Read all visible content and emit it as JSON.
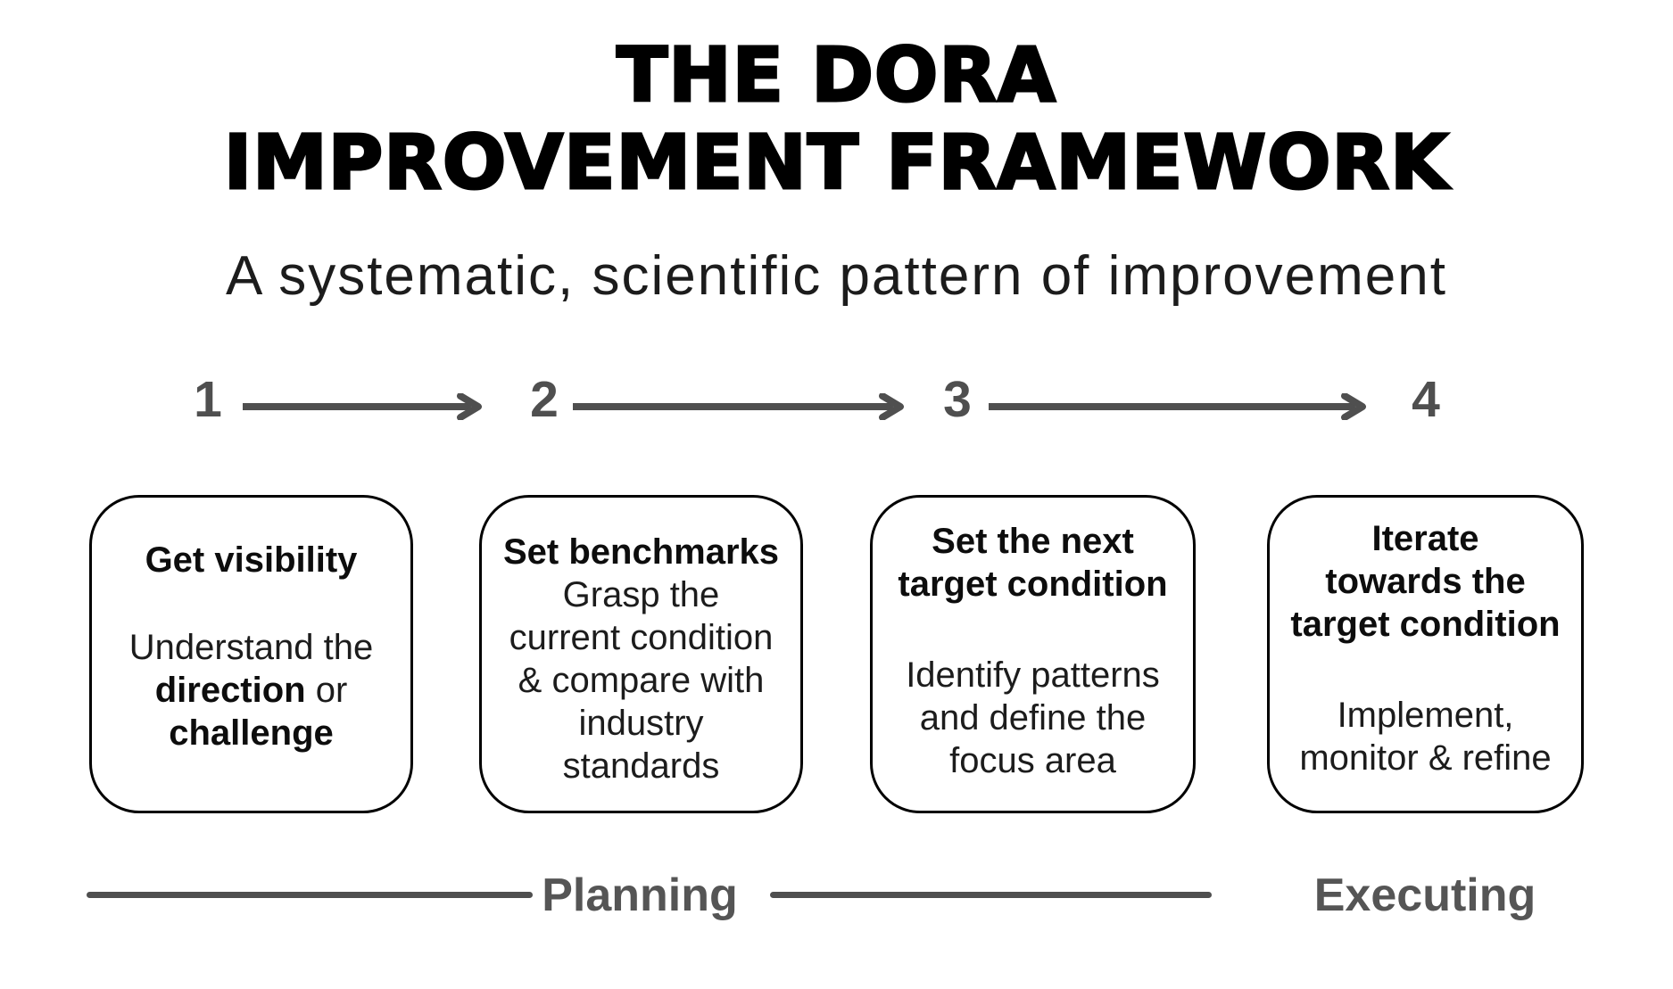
{
  "header": {
    "title_line1": "THE DORA",
    "title_line2": "IMPROVEMENT FRAMEWORK",
    "subtitle": "A systematic, scientific pattern of improvement"
  },
  "steps": [
    {
      "number": "1",
      "heading": "Get visibility",
      "body_segments": [
        {
          "text": "Understand the ",
          "bold": false
        },
        {
          "text": "direction",
          "bold": true
        },
        {
          "text": " or ",
          "bold": false
        },
        {
          "text": "challenge",
          "bold": true
        }
      ]
    },
    {
      "number": "2",
      "heading": "Set benchmarks",
      "body": "Grasp the\ncurrent condition\n& compare with\nindustry\nstandards"
    },
    {
      "number": "3",
      "heading": "Set the next\ntarget condition",
      "body": "Identify patterns\nand define the\nfocus area"
    },
    {
      "number": "4",
      "heading": "Iterate\ntowards the\ntarget condition",
      "body": "Implement,\nmonitor & refine"
    }
  ],
  "phases": [
    {
      "label": "Planning"
    },
    {
      "label": "Executing"
    }
  ],
  "colors": {
    "accent_gray": "#4f4f4f",
    "label_gray": "#555555",
    "text_black": "#0d0d0d",
    "background": "#ffffff"
  }
}
